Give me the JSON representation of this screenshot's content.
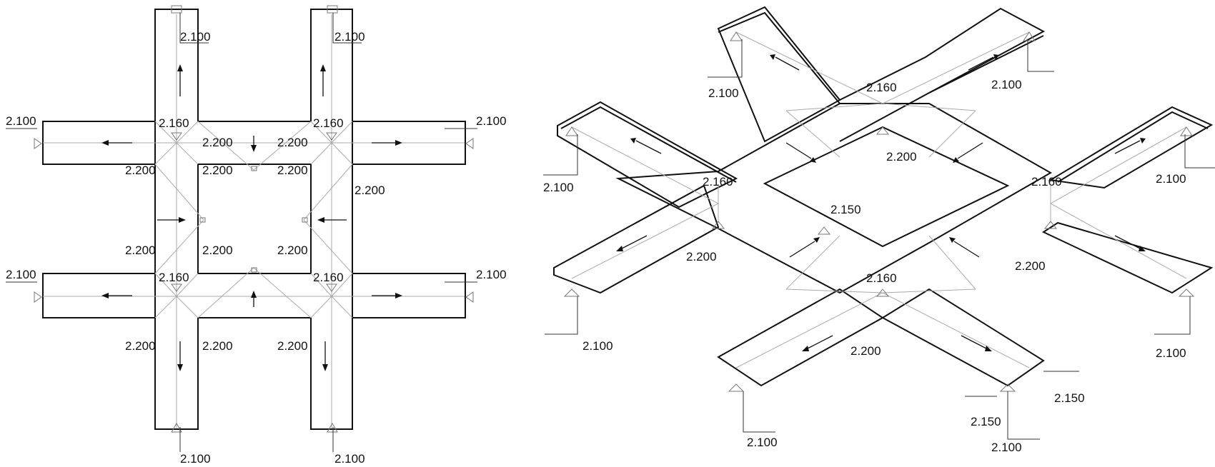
{
  "plan_view": {
    "levels": {
      "top_left_outlet": "2.100",
      "top_right_outlet": "2.100",
      "left_upper_outlet": "2.100",
      "right_upper_outlet": "2.100",
      "left_lower_outlet": "2.100",
      "right_lower_outlet": "2.100",
      "bottom_left_outlet": "2.100",
      "bottom_right_outlet": "2.100",
      "ridge_tl": "2.160",
      "ridge_tr": "2.160",
      "ridge_bl": "2.160",
      "ridge_br": "2.160",
      "edge_1": "2.200",
      "edge_2": "2.200",
      "edge_3": "2.200",
      "edge_4": "2.200",
      "edge_5": "2.200",
      "edge_6": "2.200",
      "edge_7": "2.200",
      "edge_8": "2.200",
      "edge_9": "2.200",
      "edge_10": "2.200",
      "edge_11": "2.200",
      "edge_12": "2.200"
    }
  },
  "iso_view": {
    "levels": {
      "outlet_top_left": "2.100",
      "outlet_top_right": "2.100",
      "outlet_left": "2.100",
      "outlet_right": "2.100",
      "outlet_lower_left": "2.100",
      "outlet_lower_right": "2.100",
      "outlet_bottom_left": "2.100",
      "outlet_bottom_right": "2.100",
      "ridge_top": "2.160",
      "ridge_left": "2.160",
      "ridge_right": "2.160",
      "ridge_bottom": "2.160",
      "edge_top": "2.200",
      "edge_left": "2.200",
      "edge_right": "2.200",
      "edge_bottom": "2.200",
      "mid_level": "2.150",
      "bottom_level_a": "2.150",
      "bottom_level_b": "2.150"
    }
  }
}
